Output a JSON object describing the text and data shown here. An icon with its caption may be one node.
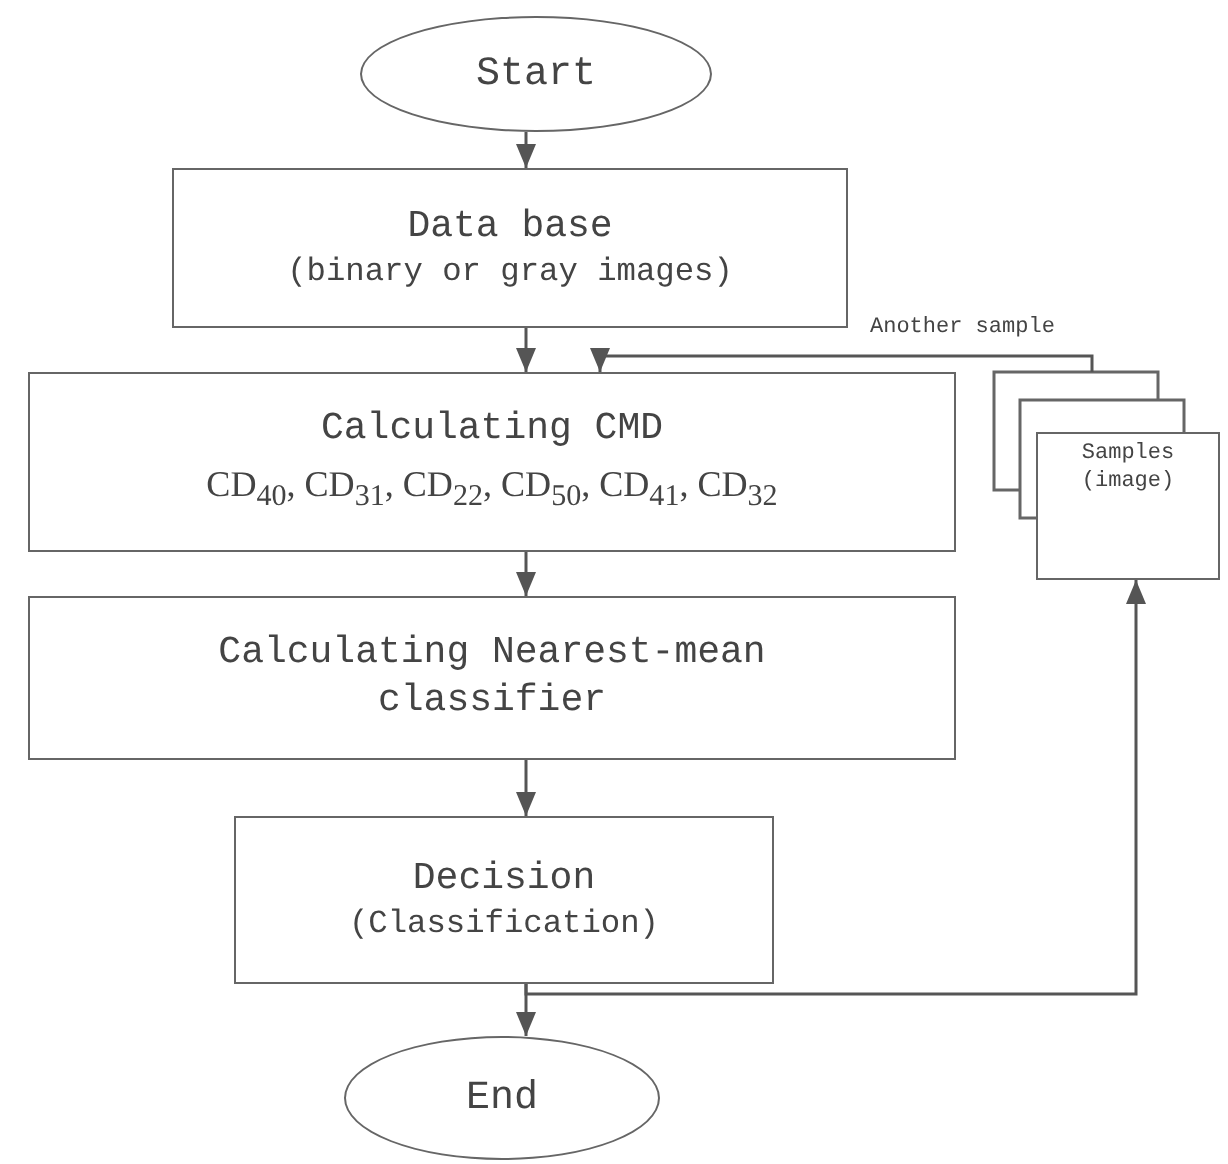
{
  "diagram": {
    "nodes": [
      {
        "text": [
          "Start"
        ]
      },
      {
        "text": [
          "Data base",
          "(binary or gray images)"
        ]
      },
      {
        "text": [
          "Calculating CMD",
          "CD$_{40}$, CD$_{31}$, CD$_{22}$, CD$_{50}$, CD$_{41}$, CD$_{32}$"
        ]
      },
      {
        "text": [
          "Calculating Nearest-mean classifier"
        ]
      },
      {
        "text": [
          "Decision",
          "(Classification)"
        ]
      },
      {
        "text": [
          "End"
        ]
      },
      {
        "text": [
          "Samples (image)"
        ]
      }
    ],
    "edges": [
      {
        "from": 0,
        "to": 1,
        "arrow": "to"
      },
      {
        "from": 1,
        "to": 2,
        "arrow": "to"
      },
      {
        "from": 2,
        "to": 3,
        "arrow": "to"
      },
      {
        "from": 3,
        "to": 4,
        "arrow": "to"
      },
      {
        "from": 4,
        "to": 5,
        "arrow": "to"
      },
      {
        "from": 4,
        "to": 6,
        "arrow": "to"
      },
      {
        "from": 6,
        "to": 2,
        "arrow": "to",
        "label": "Another sample"
      }
    ]
  }
}
